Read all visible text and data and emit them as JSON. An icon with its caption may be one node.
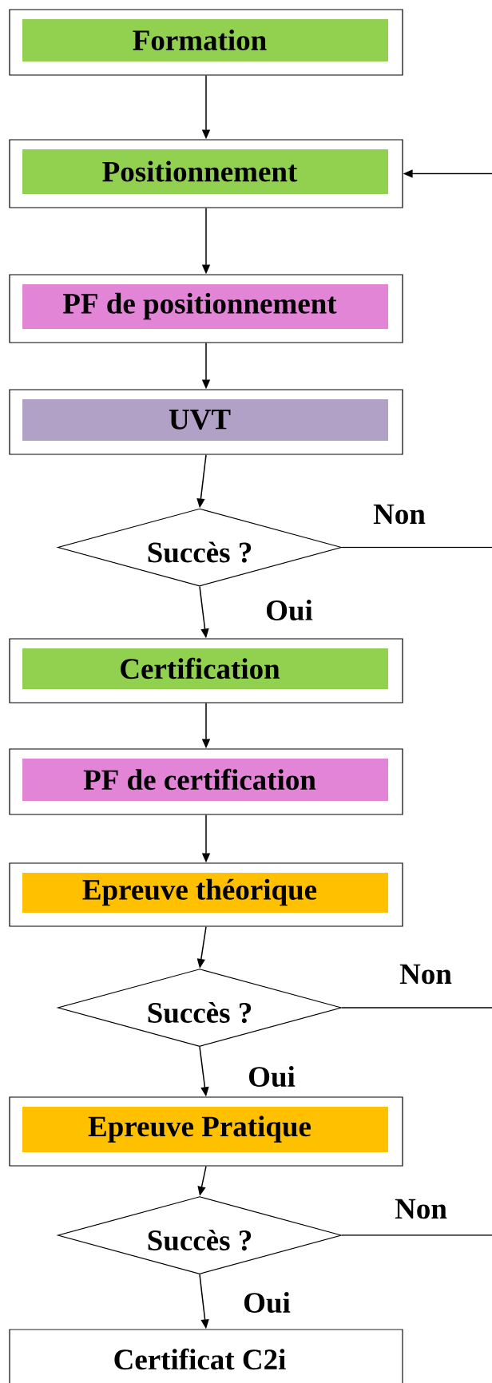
{
  "diagram": {
    "nodes": [
      {
        "text": [
          "Formation"
        ]
      },
      {
        "text": [
          "Positionnement"
        ]
      },
      {
        "text": [
          "PF de positionnement"
        ]
      },
      {
        "text": [
          "UVT"
        ]
      },
      {
        "text": [
          "Succès ?"
        ]
      },
      {
        "text": [
          "Certification"
        ]
      },
      {
        "text": [
          "PF de certification"
        ]
      },
      {
        "text": [
          "Epreuve théorique"
        ]
      },
      {
        "text": [
          "Succès ?"
        ]
      },
      {
        "text": [
          "Epreuve Pratique"
        ]
      },
      {
        "text": [
          "Succès ?"
        ]
      },
      {
        "text": [
          "Certificat C2i"
        ]
      }
    ],
    "edges": [
      {
        "from": 0,
        "to": 1,
        "arrow": "to"
      },
      {
        "from": null,
        "to": 1,
        "arrow": "to"
      },
      {
        "from": 1,
        "to": 2,
        "arrow": "to"
      },
      {
        "from": 2,
        "to": 3,
        "arrow": "to"
      },
      {
        "from": 3,
        "to": 4,
        "arrow": "to"
      },
      {
        "from": 4,
        "to": null,
        "arrow": "none",
        "label": "Non"
      },
      {
        "from": 4,
        "to": 5,
        "arrow": "to",
        "label": "Oui"
      },
      {
        "from": 5,
        "to": 6,
        "arrow": "to"
      },
      {
        "from": 6,
        "to": 7,
        "arrow": "to"
      },
      {
        "from": 7,
        "to": 8,
        "arrow": "to"
      },
      {
        "from": 8,
        "to": null,
        "arrow": "none",
        "label": "Non"
      },
      {
        "from": 8,
        "to": 9,
        "arrow": "to",
        "label": "Oui"
      },
      {
        "from": 9,
        "to": 10,
        "arrow": "to"
      },
      {
        "from": 10,
        "to": null,
        "arrow": "none",
        "label": "Non"
      },
      {
        "from": 10,
        "to": 11,
        "arrow": "to",
        "label": "Oui"
      }
    ]
  }
}
